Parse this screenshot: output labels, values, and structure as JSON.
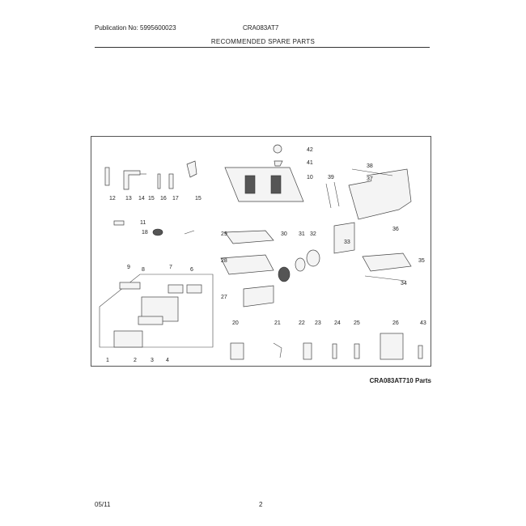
{
  "header": {
    "publication": "Publication No: 5995600023",
    "model": "CRA083AT7",
    "section_title": "RECOMMENDED SPARE PARTS"
  },
  "diagram": {
    "caption": "CRA083AT710 Parts",
    "callouts": [
      "12",
      "13",
      "14",
      "15",
      "16",
      "17",
      "15",
      "11",
      "18",
      "9",
      "8",
      "7",
      "6",
      "1",
      "2",
      "3",
      "4",
      "42",
      "41",
      "10",
      "39",
      "38",
      "37",
      "36",
      "29",
      "30",
      "31",
      "32",
      "33",
      "35",
      "28",
      "34",
      "27",
      "20",
      "21",
      "22",
      "23",
      "24",
      "25",
      "26",
      "43"
    ]
  },
  "footer": {
    "date": "05/11",
    "page": "2"
  }
}
